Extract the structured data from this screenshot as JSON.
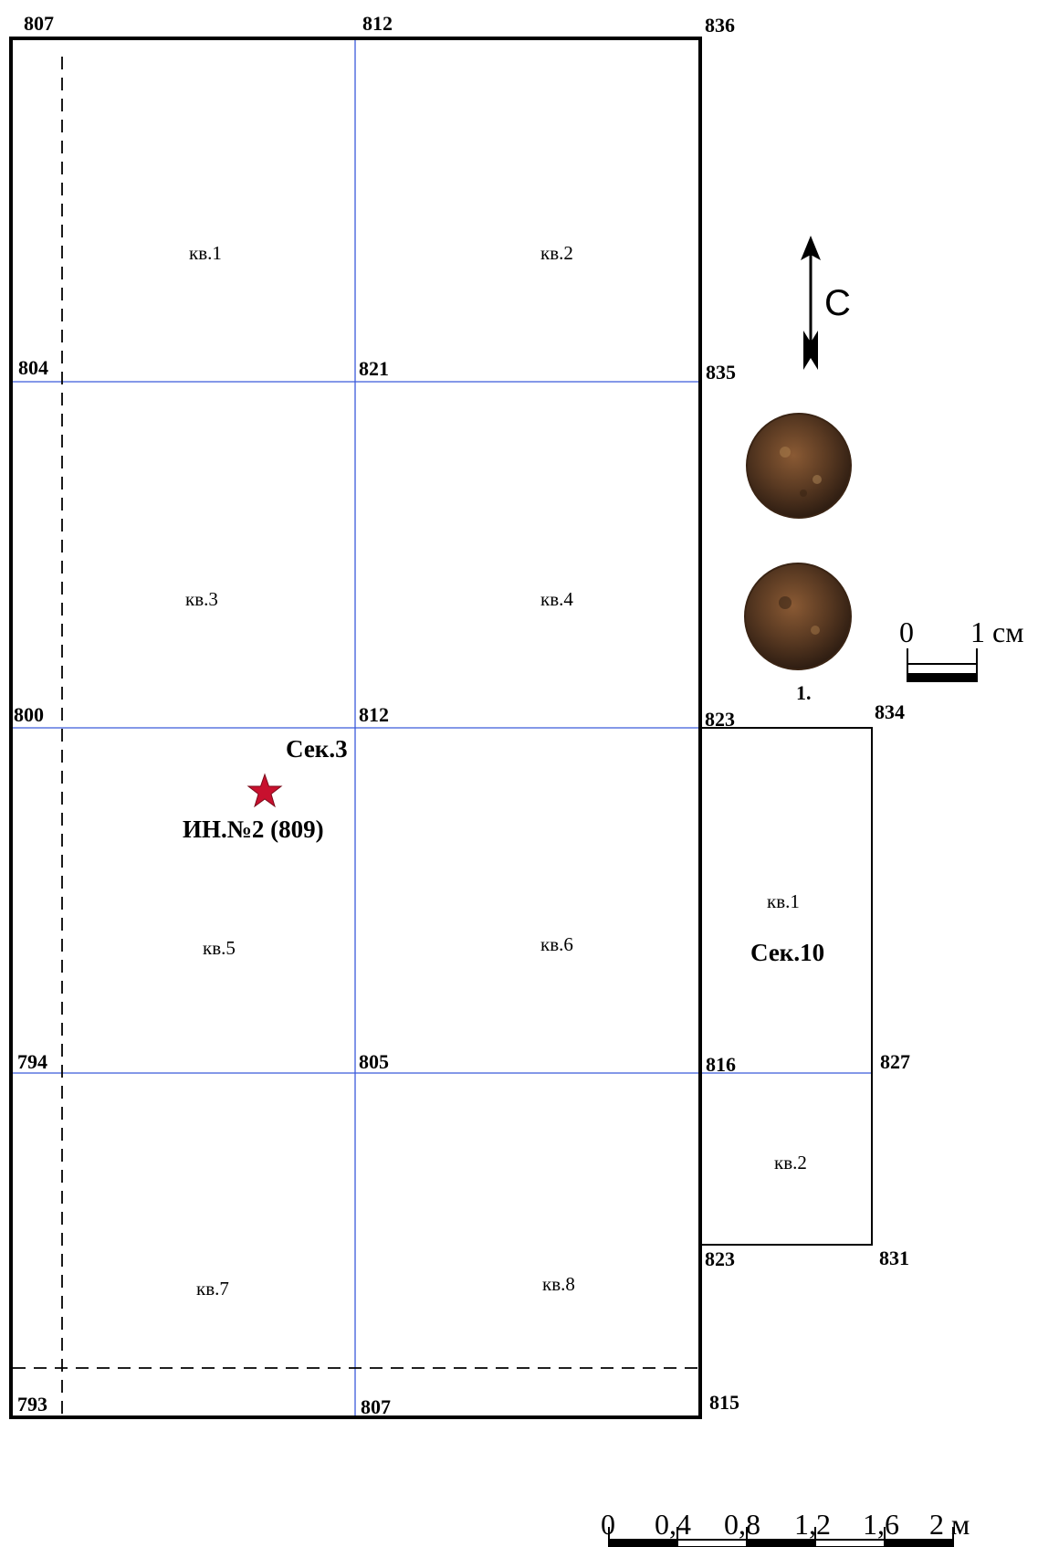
{
  "elevations": {
    "top_left": "807",
    "top_mid": "812",
    "top_right": "836",
    "row1_left": "804",
    "row1_mid": "821",
    "row1_right": "835",
    "row2_left": "800",
    "row2_mid": "812",
    "row2_right": "823",
    "row3_left": "794",
    "row3_mid": "805",
    "row3_right": "816",
    "bottom_left": "793",
    "bottom_mid": "807",
    "bottom_right": "815",
    "sec10_top_right": "834",
    "sec10_mid_right": "827",
    "sec10_bottom_left": "823",
    "sec10_bottom_right": "831"
  },
  "squares": {
    "sq1": "кв.1",
    "sq2": "кв.2",
    "sq3": "кв.3",
    "sq4": "кв.4",
    "sq5": "кв.5",
    "sq6": "кв.6",
    "sq7": "кв.7",
    "sq8": "кв.8",
    "sec10_sq1": "кв.1",
    "sec10_sq2": "кв.2"
  },
  "section3_label": "Сек.3",
  "section10_label": "Сек.10",
  "find_label": "ИН.№2 (809)",
  "find_marker_color": "#c8102e",
  "north_label": "С",
  "artifact_number": "1.",
  "artifact_scale": {
    "zero": "0",
    "one": "1 см"
  },
  "map_scale": {
    "labels": [
      "0",
      "0,4",
      "0,8",
      "1,2",
      "1,6",
      "2 м"
    ]
  },
  "grid_line_color": "#3b5bdb",
  "coin_color": "#5a3a22"
}
